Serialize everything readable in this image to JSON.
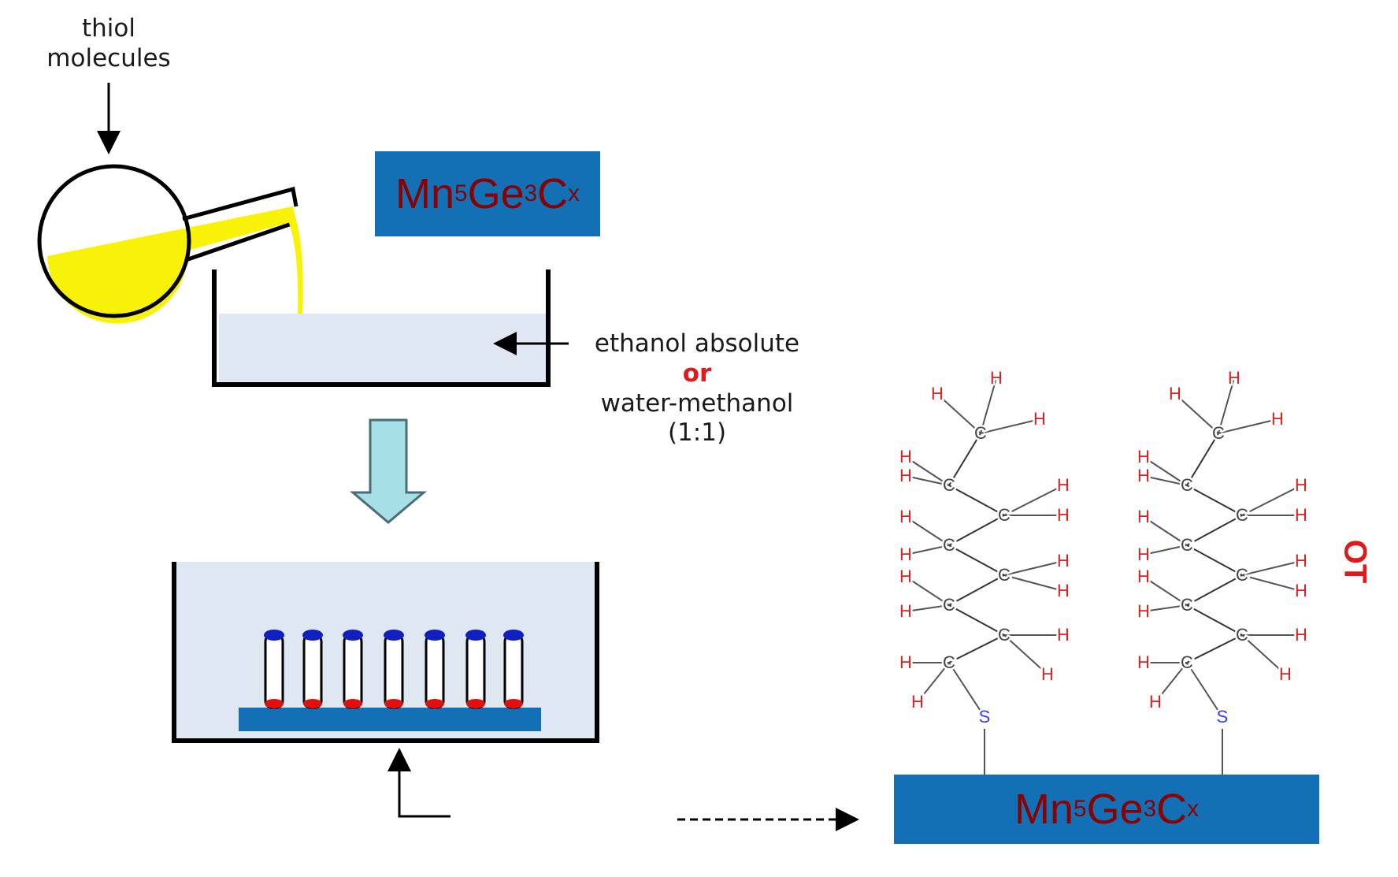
{
  "labels": {
    "thiol_line1": "thiol",
    "thiol_line2": "molecules",
    "ethanol": "ethanol absolute",
    "or": "or",
    "water_methanol": "water-methanol",
    "ratio": "(1:1)",
    "ot": "OT"
  },
  "formula": {
    "mn": "Mn",
    "sub5": "5",
    "ge": "Ge",
    "sub3": "3",
    "c": "C",
    "subx": "x"
  },
  "molecule": {
    "carbon": "C",
    "hydrogen": "H",
    "sulfur": "S"
  },
  "colors": {
    "substrate_blue": "#1470b5",
    "formula_text": "#8b0000",
    "thiol_yellow": "#f7f207",
    "solvent": "#dfe8f2",
    "down_arrow": "#a6dfe6",
    "hydrogen": "#e02020",
    "sulfur": "#3a3aff",
    "carbon": "#444444",
    "ot_label": "#e01a1a",
    "head_blue": "#1020c0",
    "tail_red": "#e01010"
  }
}
